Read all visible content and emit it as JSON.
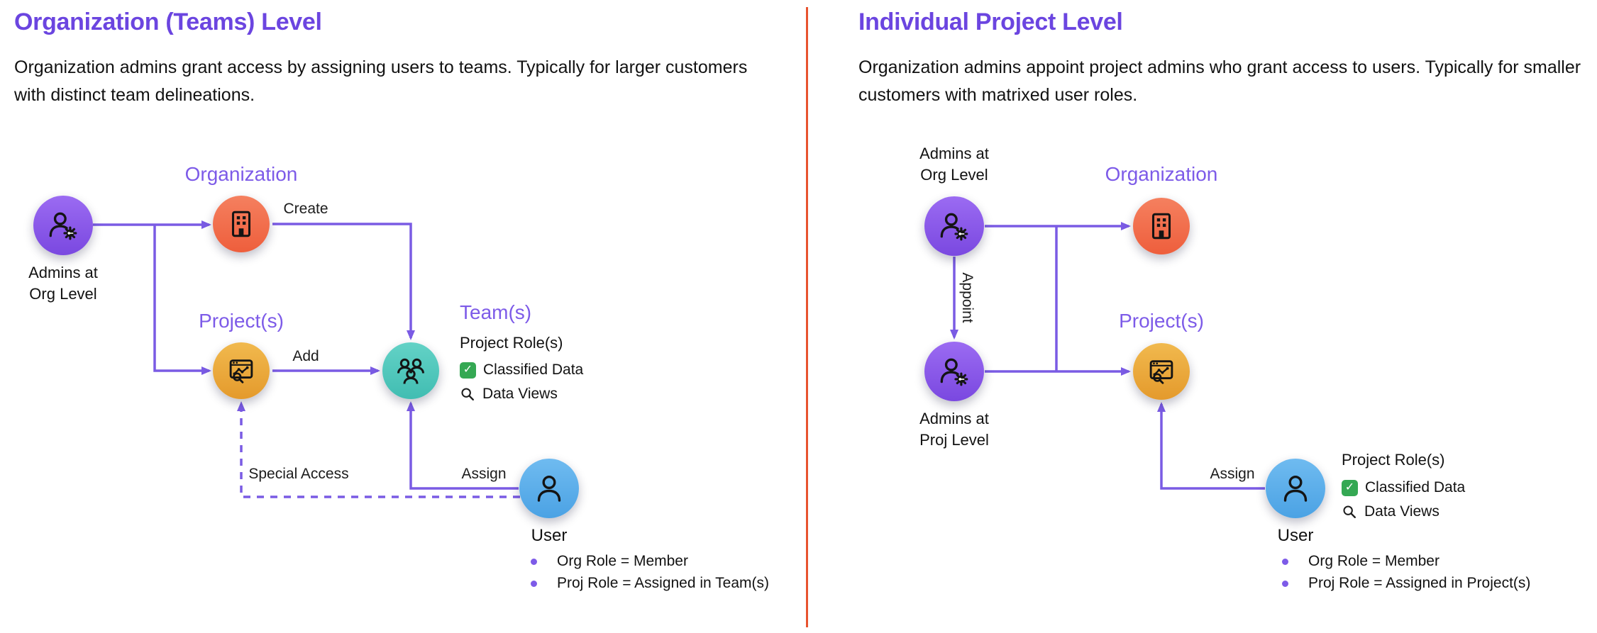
{
  "colors": {
    "accent_purple": "#6B45E0",
    "label_purple": "#7D5BE8",
    "arrow": "#7A5BE4",
    "divider": "#E8532F",
    "check_green": "#34A853",
    "node_admin": "#8A5CEC",
    "node_org": "#F26B4E",
    "node_project": "#ECA93F",
    "node_team": "#52C9BE",
    "node_user": "#58ACE8"
  },
  "icons": {
    "check": "✓"
  },
  "left": {
    "title": "Organization (Teams) Level",
    "description": "Organization admins grant access by assigning users to teams. Typically for larger customers with distinct team delineations.",
    "nodes": {
      "admins": {
        "label": "Admins at\nOrg Level"
      },
      "organization": {
        "label": "Organization"
      },
      "projects": {
        "label": "Project(s)"
      },
      "teams": {
        "label": "Team(s)"
      },
      "user": {
        "label": "User"
      }
    },
    "edges": {
      "create": "Create",
      "add": "Add",
      "assign": "Assign",
      "special_access": "Special Access"
    },
    "roles": {
      "title": "Project Role(s)",
      "classified": "Classified Data",
      "views": "Data Views"
    },
    "bullets": [
      "Org Role = Member",
      "Proj Role = Assigned in Team(s)"
    ]
  },
  "right": {
    "title": "Individual Project Level",
    "description": "Organization admins appoint project admins who grant access to users. Typically for smaller customers with matrixed user roles.",
    "nodes": {
      "admins_org": {
        "label": "Admins at\nOrg Level"
      },
      "admins_proj": {
        "label": "Admins at\nProj Level"
      },
      "organization": {
        "label": "Organization"
      },
      "projects": {
        "label": "Project(s)"
      },
      "user": {
        "label": "User"
      }
    },
    "edges": {
      "appoint": "Appoint",
      "assign": "Assign"
    },
    "roles": {
      "title": "Project Role(s)",
      "classified": "Classified Data",
      "views": "Data Views"
    },
    "bullets": [
      "Org Role = Member",
      "Proj Role = Assigned in Project(s)"
    ]
  }
}
